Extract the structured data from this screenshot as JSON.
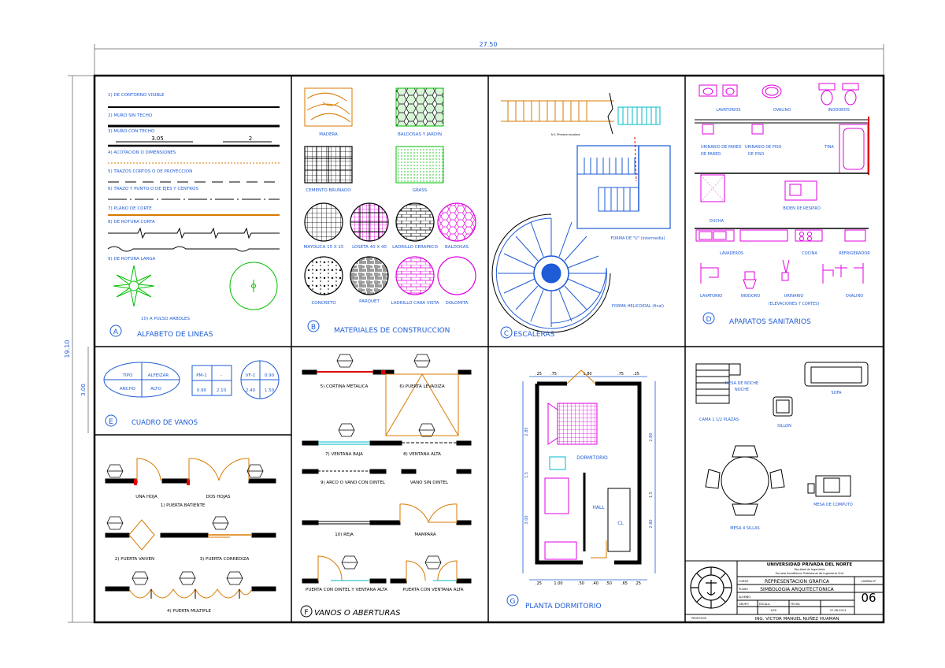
{
  "dimensions": {
    "width_label": "27.50",
    "height_label": "19.10",
    "panel_height_label": "3.00"
  },
  "panels": {
    "A": {
      "letter": "A",
      "title": "ALFABETO DE LINEAS",
      "items": [
        "1) DE CONTORNO VISIBLE",
        "2) MURO SIN TECHO",
        "3) MURO CON TECHO",
        "4) ACOTACION O DIMENSIONES",
        "5) TRAZOS CORTOS O DE PROYECCION",
        "6) TRAZO Y PUNTO O DE EJES Y CENTROS",
        "7) PLANO DE CORTE",
        "8) DE ROTURA CORTA",
        "9) DE ROTURA LARGA",
        "10) A PULSO ARBOLES"
      ],
      "dim_value_1": "3.05",
      "dim_value_2": "2"
    },
    "B": {
      "letter": "B",
      "title": "MATERIALES DE CONSTRUCCION",
      "materials": [
        "MADERA",
        "BALDOSAS Y JARDIN",
        "CEMENTO BRUÑADO",
        "GRASS",
        "MAYOLICA 15 X 15",
        "LOSETA 40 X 40",
        "LADRILLO CERAMICO",
        "BALDOSAS",
        "CONCRETO",
        "PARQUET",
        "LADRILLO CARA VISTA",
        "DOLOMITA"
      ]
    },
    "C": {
      "letter": "C",
      "title": "ESCALERAS",
      "labels": [
        "FORMA DE \"U\" (intermedia)",
        "FORMA HELICOIDAL (final)"
      ],
      "tiny_label": "N.1 Primera escalera"
    },
    "D": {
      "letter": "D",
      "title": "APARATOS SANITARIOS",
      "fixtures": [
        "LAVATORIOS",
        "OVALINO",
        "INODOROS",
        "URINARIO DE PARED",
        "URINARIO DE PISO",
        "TINA",
        "DUCHA",
        "BIDEN DE RESPIRO",
        "LAVADEROS",
        "COCINA",
        "REFRIGERADOR",
        "LAVATORIO",
        "INODORO",
        "URINARIO",
        "OVALINO"
      ],
      "elevations_label": "(ELEVACIONES Y CORTES)"
    },
    "E": {
      "letter": "E",
      "title": "CUADRO DE VANOS",
      "table_cells": [
        "TIPO",
        "ALFEIZAR",
        "ANCHO",
        "ALTO"
      ],
      "door_code": "PM-1",
      "door_dash": "-",
      "door_w": "0.90",
      "door_h": "2.10",
      "win_code": "VF-1",
      "win_sill": "0.90",
      "win_w": "2.40",
      "win_h": "1.50"
    },
    "F": {
      "letter": "F",
      "title": "VANOS O ABERTURAS",
      "items": [
        "UNA HOJA",
        "DOS HOJAS",
        "1) PUERTA BATIENTE",
        "2) PUERTA VAIVEN",
        "3) PUERTA CORREDIZA",
        "4) PUERTA MULTIPLE",
        "5) CORTINA METALICA",
        "6) PUERTA LEVADIZA",
        "7) VENTANA BAJA",
        "8) VENTANA ALTA",
        "9) ARCO O VANO CON DINTEL",
        "VANO SIN DINTEL",
        "10) REJA",
        "MAMPARA",
        "PUERTA CON DINTEL Y VENTANA ALTA",
        "PUERTA CON VENTANA ALTA"
      ]
    },
    "G": {
      "letter": "G",
      "title": "PLANTA DORMITORIO",
      "rooms": [
        "DORMITORIO",
        "HALL",
        "CL"
      ],
      "dims_top": [
        ".25",
        ".75",
        "1.80",
        ".75",
        ".25"
      ],
      "dims_bottom": [
        ".25",
        "1.00",
        ".50",
        ".40",
        ".50",
        ".65",
        ".25"
      ],
      "dims_left": [
        "2.85",
        "1.5",
        "3.00"
      ],
      "dims_right": [
        "2.80",
        "1.5",
        "2.80"
      ]
    },
    "H": {
      "furniture": [
        "CAMA 1 1/2 PLAZAS",
        "MESA DE NOCHE",
        "SOFA",
        "SILLON",
        "MESA 4 SILLAS",
        "MESA DE COMPUTO"
      ]
    }
  },
  "title_block": {
    "university": "UNIVERSIDAD PRIVADA DEL NORTE",
    "faculty": "Facultad de Ingeniería",
    "school": "Escuela Académico Profesional de Ingeniería Civil",
    "curso_label": "CURSO",
    "curso": "REPRESENTACION GRAFICA",
    "plano_label": "PLANO",
    "plano": "SIMBOLOGIA ARQUITECTONICA",
    "alumno_label": "ALUMNO",
    "grupo_label": "GRUPO",
    "escala_label": "ESCALA",
    "fecha_label": "FECHA",
    "escala": "1/50",
    "fecha": "27-08-2013",
    "lamina_label": "LAMINA N°",
    "lamina": "06",
    "profesor_label": "PROFESOR",
    "profesor": "ING. VICTOR MANUEL NUÑEZ HUAMAN"
  },
  "colors": {
    "blue": "#1e5bd6",
    "magenta": "#e000e0",
    "orange": "#d97a00",
    "red": "#e00000",
    "green": "#00c000",
    "cyan": "#00b8c8"
  }
}
